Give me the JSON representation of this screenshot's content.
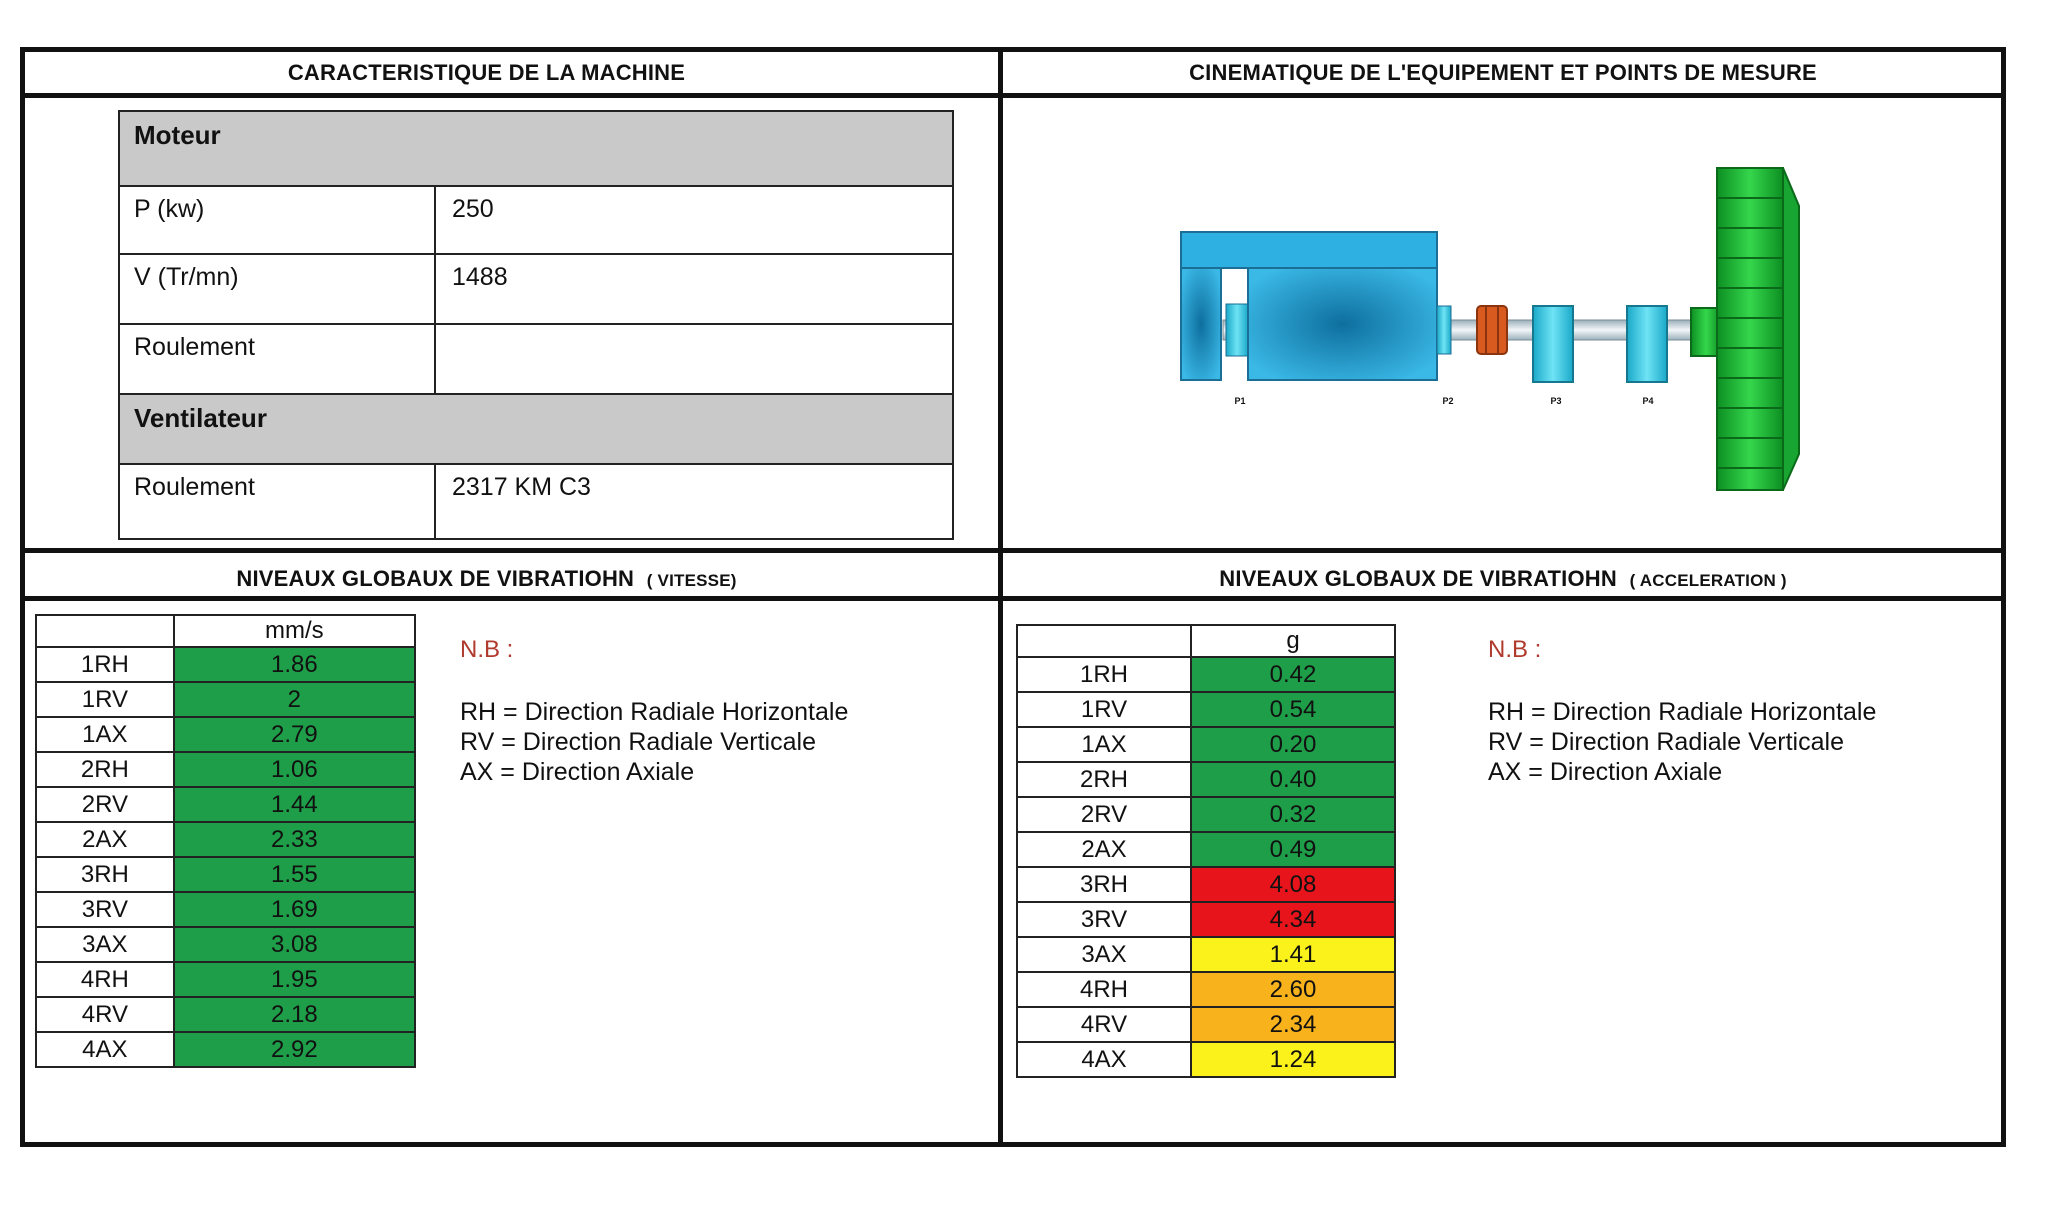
{
  "sections": {
    "machine": "CARACTERISTIQUE DE LA MACHINE",
    "kinematics": "CINEMATIQUE DE L'EQUIPEMENT ET POINTS DE MESURE",
    "velocity": "NIVEAUX GLOBAUX DE VIBRATIOHN",
    "velocity_tag": "( VITESSE)",
    "accel": "NIVEAUX GLOBAUX DE VIBRATIOHN",
    "accel_tag": "( ACCELERATION )"
  },
  "machine_table": {
    "motor_header": "Moteur",
    "rows_motor": [
      {
        "label": "P (kw)",
        "value": "250"
      },
      {
        "label": "V (Tr/mn)",
        "value": "1488"
      },
      {
        "label": "Roulement",
        "value": ""
      }
    ],
    "fan_header": "Ventilateur",
    "rows_fan": [
      {
        "label": "Roulement",
        "value": "2317 KM C3"
      }
    ]
  },
  "diagram_labels": [
    "P1",
    "P2",
    "P3",
    "P4"
  ],
  "velocity_table": {
    "unit": "mm/s",
    "rows": [
      {
        "point": "1RH",
        "value": "1.86",
        "status": "green"
      },
      {
        "point": "1RV",
        "value": "2",
        "status": "green"
      },
      {
        "point": "1AX",
        "value": "2.79",
        "status": "green"
      },
      {
        "point": "2RH",
        "value": "1.06",
        "status": "green"
      },
      {
        "point": "2RV",
        "value": "1.44",
        "status": "green"
      },
      {
        "point": "2AX",
        "value": "2.33",
        "status": "green"
      },
      {
        "point": "3RH",
        "value": "1.55",
        "status": "green"
      },
      {
        "point": "3RV",
        "value": "1.69",
        "status": "green"
      },
      {
        "point": "3AX",
        "value": "3.08",
        "status": "green"
      },
      {
        "point": "4RH",
        "value": "1.95",
        "status": "green"
      },
      {
        "point": "4RV",
        "value": "2.18",
        "status": "green"
      },
      {
        "point": "4AX",
        "value": "2.92",
        "status": "green"
      }
    ]
  },
  "accel_table": {
    "unit": "g",
    "rows": [
      {
        "point": "1RH",
        "value": "0.42",
        "status": "green"
      },
      {
        "point": "1RV",
        "value": "0.54",
        "status": "green"
      },
      {
        "point": "1AX",
        "value": "0.20",
        "status": "green"
      },
      {
        "point": "2RH",
        "value": "0.40",
        "status": "green"
      },
      {
        "point": "2RV",
        "value": "0.32",
        "status": "green"
      },
      {
        "point": "2AX",
        "value": "0.49",
        "status": "green"
      },
      {
        "point": "3RH",
        "value": "4.08",
        "status": "red"
      },
      {
        "point": "3RV",
        "value": "4.34",
        "status": "red"
      },
      {
        "point": "3AX",
        "value": "1.41",
        "status": "yellow"
      },
      {
        "point": "4RH",
        "value": "2.60",
        "status": "orange"
      },
      {
        "point": "4RV",
        "value": "2.34",
        "status": "orange"
      },
      {
        "point": "4AX",
        "value": "1.24",
        "status": "yellow"
      }
    ]
  },
  "status_colors": {
    "green": "#1e9e48",
    "red": "#e8141c",
    "yellow": "#fbf21c",
    "orange": "#f7b21c"
  },
  "notes": {
    "nb": "N.B :",
    "lines": [
      "RH = Direction Radiale Horizontale",
      "RV = Direction Radiale Verticale",
      "AX = Direction Axiale"
    ]
  }
}
